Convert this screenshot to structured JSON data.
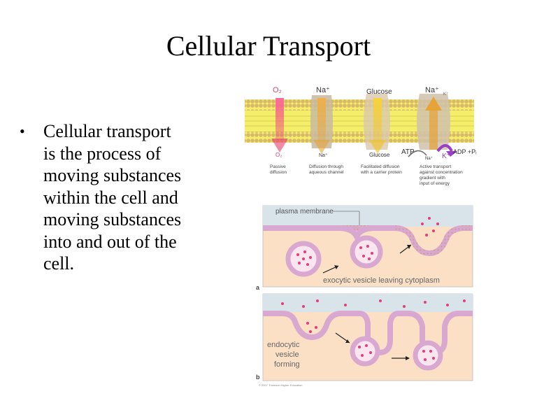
{
  "slide": {
    "title": "Cellular Transport",
    "bullet_lines": [
      "Cellular transport",
      "is the process of",
      "moving substances",
      "within the cell and",
      "moving substances",
      "into and out of the",
      "cell."
    ]
  },
  "membrane_figure": {
    "top_labels": {
      "o2": "O₂",
      "na1": "Na⁺",
      "glucose": "Glucose",
      "na2": "Na⁺",
      "kplus_small": "K⁺"
    },
    "bottom_labels": {
      "o2": "O₂",
      "na": "Na⁺",
      "glucose": "Glucose",
      "atp": "ATP",
      "na_small": "Na⁺",
      "k": "K⁺",
      "adp": "ADP +Pᵢ"
    },
    "captions": [
      [
        "Passive",
        "diffusion"
      ],
      [
        "Diffusion through",
        "aqueous channel"
      ],
      [
        "Facilitated diffusion",
        "with a carrier protein"
      ],
      [
        "Active transport",
        "against concentration",
        "gradient with",
        "input of energy"
      ]
    ]
  },
  "vesicle_figure": {
    "membrane_label": "plasma membrane",
    "panel_a_label": "a",
    "panel_a_caption": "exocytic vesicle leaving cytoplasm",
    "panel_b_label": "b",
    "panel_b_caption_lines": [
      "endocytic",
      "vesicle",
      "forming"
    ],
    "copyright": "© 2007 Thomson Higher Education"
  },
  "colors": {
    "membrane_tan": "#e9cf8d",
    "membrane_head": "#d9b86a",
    "core_yellow": "#f3ef6a",
    "cytoplasm_fill": "#fbe0c6",
    "outer_fill": "#d8e4ea",
    "bilayer_pink": "#d9a8d0",
    "molecule": "#e23d7a",
    "arrow_pink": "#e83a6e",
    "arrow_orange": "#e6a338",
    "arrow_yellow": "#f1c21b",
    "arrow_purple": "#9b3ec7"
  }
}
